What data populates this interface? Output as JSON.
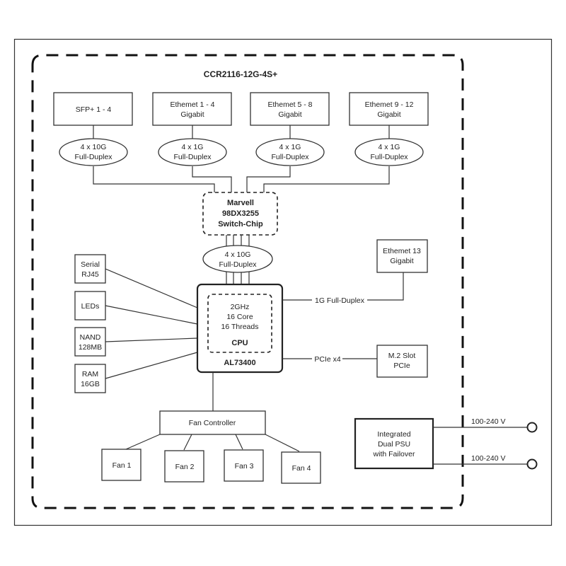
{
  "title": "CCR2116-12G-4S+",
  "ports": [
    {
      "label": [
        "SFP+ 1 - 4"
      ],
      "link": [
        "4 x 10G",
        "Full-Duplex"
      ]
    },
    {
      "label": [
        "Ethemet 1 - 4",
        "Gigabit"
      ],
      "link": [
        "4 x 1G",
        "Full-Duplex"
      ]
    },
    {
      "label": [
        "Ethemet 5 - 8",
        "Gigabit"
      ],
      "link": [
        "4 x 1G",
        "Full-Duplex"
      ]
    },
    {
      "label": [
        "Ethemet 9 - 12",
        "Gigabit"
      ],
      "link": [
        "4 x 1G",
        "Full-Duplex"
      ]
    }
  ],
  "switch_chip": [
    "Marvell",
    "98DX3255",
    "Switch-Chip"
  ],
  "switch_cpu_link": [
    "4 x 10G",
    "Full-Duplex"
  ],
  "cpu": {
    "specs": [
      "2GHz",
      "16 Core",
      "16 Threads"
    ],
    "label": "CPU",
    "model": "AL73400"
  },
  "peripherals": [
    [
      "Serial",
      "RJ45"
    ],
    [
      "LEDs"
    ],
    [
      "NAND",
      "128MB"
    ],
    [
      "RAM",
      "16GB"
    ]
  ],
  "eth13": {
    "label": [
      "Ethemet 13",
      "Gigabit"
    ],
    "link": "1G Full-Duplex"
  },
  "m2": {
    "label": [
      "M.2 Slot",
      "PCIe"
    ],
    "link": "PCIe x4"
  },
  "fan_controller": "Fan Controller",
  "fans": [
    "Fan 1",
    "Fan 2",
    "Fan 3",
    "Fan 4"
  ],
  "psu": {
    "label": [
      "Integrated",
      "Dual PSU",
      "with Failover"
    ],
    "inputs": [
      "100-240 V",
      "100-240 V"
    ]
  }
}
